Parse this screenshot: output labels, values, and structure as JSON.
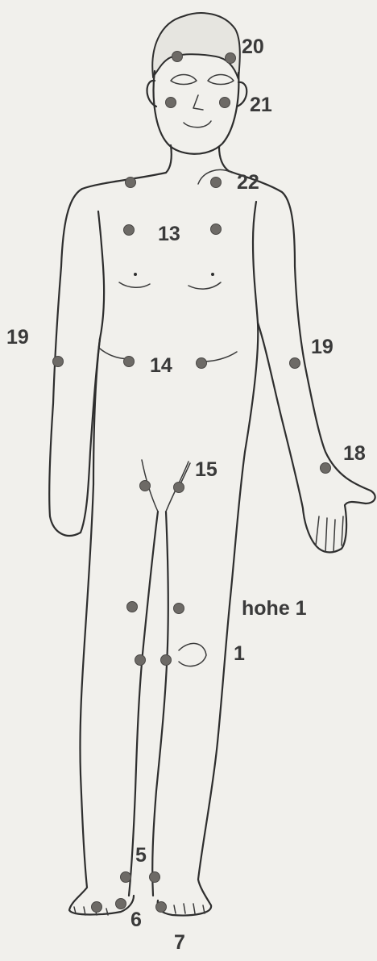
{
  "labels": {
    "l20": "20",
    "l21": "21",
    "l22": "22",
    "l13": "13",
    "l19_left": "19",
    "l19_right": "19",
    "l14": "14",
    "l18": "18",
    "l15": "15",
    "l_hohe": "hohe 1",
    "l1": "1",
    "l5": "5",
    "l6": "6",
    "l7": "7"
  },
  "colors": {
    "background": "#f1f0ec",
    "outline": "#2e2e2e",
    "point": "#6d6a66",
    "label": "#3a3a3a"
  }
}
